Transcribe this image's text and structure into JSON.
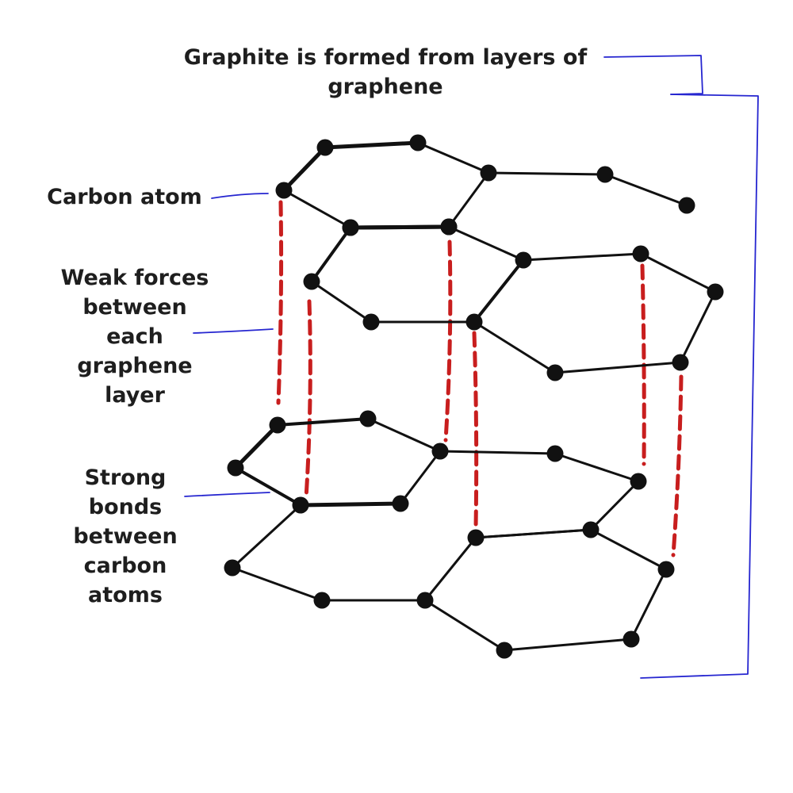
{
  "title": {
    "line1": "Graphite is formed from layers of",
    "line2": "graphene"
  },
  "labels": {
    "carbon_atom": "Carbon atom",
    "weak_forces": {
      "line1": "Weak forces",
      "line2": "between",
      "line3": "each",
      "line4": "graphene",
      "line5": "layer"
    },
    "strong_bonds": {
      "line1": "Strong",
      "line2": "bonds",
      "line3": "between",
      "line4": "carbon",
      "line5": "atoms"
    }
  },
  "colors": {
    "bond": "#111111",
    "atom": "#111111",
    "weak_force": "#c81e1e",
    "leader": "#2626d0",
    "text": "#1e1e1e"
  }
}
